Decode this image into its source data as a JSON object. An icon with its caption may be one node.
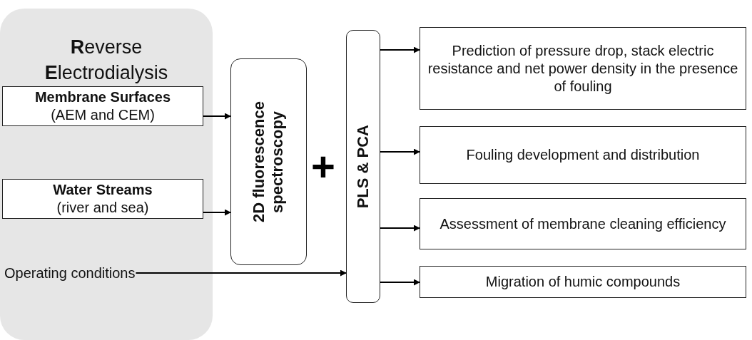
{
  "diagram": {
    "nodes": [
      {
        "text": [
          "**R**everse **E**lectrodialysis"
        ]
      },
      {
        "text": [
          "Membrane Surfaces",
          "(AEM and CEM)"
        ],
        "in": 0
      },
      {
        "text": [
          "Water Streams",
          "(river and sea)"
        ],
        "in": 0
      },
      {
        "text": [
          "Operating conditions"
        ],
        "in": 0
      },
      {
        "text": [
          "2D fluorescence spectroscopy"
        ]
      },
      {
        "text": [
          "PLS & PCA"
        ]
      },
      {
        "text": [
          "Prediction of pressure drop, stack electric resistance and net power density in the presence of fouling"
        ]
      },
      {
        "text": [
          "Fouling development and distribution"
        ]
      },
      {
        "text": [
          "Assessment of membrane cleaning efficiency"
        ]
      },
      {
        "text": [
          "Migration of humic compounds"
        ]
      }
    ],
    "edges": [
      {
        "from": 1,
        "to": 4,
        "arrow": "to"
      },
      {
        "from": 2,
        "to": 4,
        "arrow": "to"
      },
      {
        "from": 3,
        "to": 5,
        "arrow": "to"
      },
      {
        "from": 5,
        "to": 6,
        "arrow": "to"
      },
      {
        "from": 5,
        "to": 7,
        "arrow": "to"
      },
      {
        "from": 5,
        "to": 8,
        "arrow": "to"
      },
      {
        "from": 5,
        "to": 9,
        "arrow": "to"
      }
    ],
    "labels": [
      "+"
    ]
  }
}
